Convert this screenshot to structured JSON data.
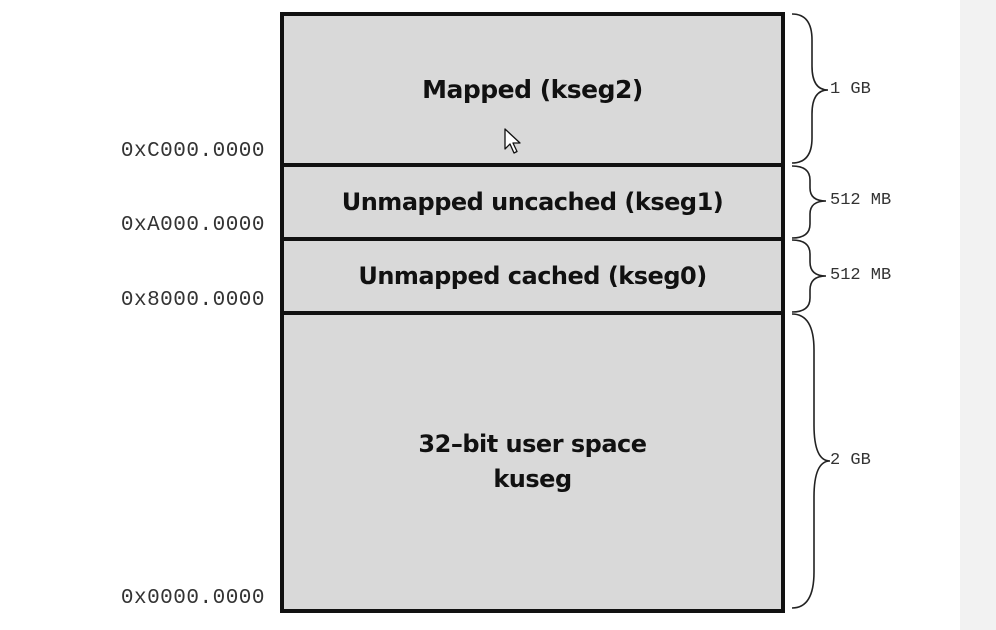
{
  "segments": {
    "kseg2": {
      "label": "Mapped (kseg2)"
    },
    "kseg1": {
      "label": "Unmapped uncached (kseg1)"
    },
    "kseg0": {
      "label": "Unmapped cached (kseg0)"
    },
    "kuseg": {
      "label_line1": "32–bit user space",
      "label_line2": "kuseg"
    }
  },
  "addresses": {
    "c000": "0xC000.0000",
    "a000": "0xA000.0000",
    "8000": "0x8000.0000",
    "0000": "0x0000.0000"
  },
  "sizes": {
    "kseg2": "1 GB",
    "kseg1": "512 MB",
    "kseg0": "512 MB",
    "kuseg": "2 GB"
  },
  "icons": {
    "cursor": "mouse-pointer-icon"
  },
  "colors": {
    "segment_fill": "#d9d9d9",
    "border": "#111111",
    "text": "#111111",
    "address_text": "#333333"
  }
}
